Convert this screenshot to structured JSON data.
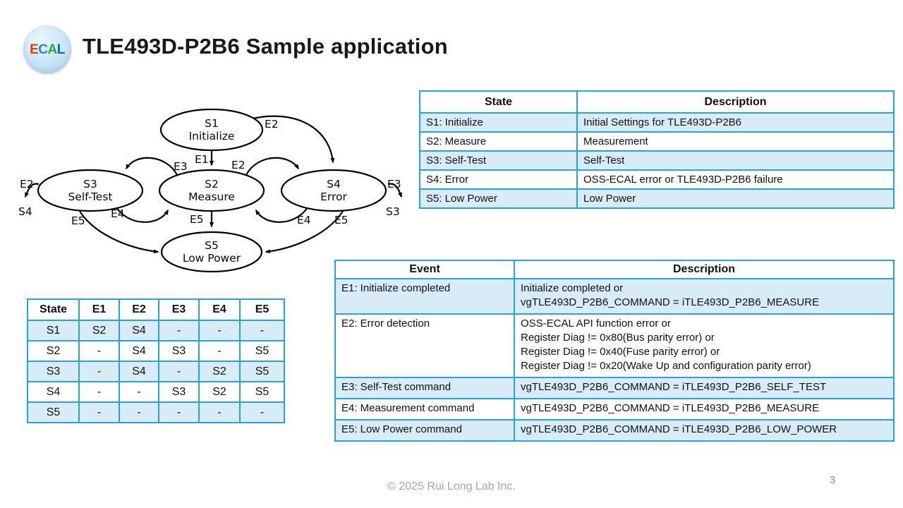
{
  "slide": {
    "title": "TLE493D-P2B6 Sample application",
    "footer": "© 2025 Rui Long Lab Inc.",
    "page_number": "3",
    "logo": {
      "l1": "E",
      "l2": "C",
      "l3": "A",
      "l4": "L"
    }
  },
  "colors": {
    "accent_blue": "#29a2d8",
    "row_fill": "#d7ecf7",
    "text_dark": "#191919",
    "footer_gray": "#a6a6a6",
    "logo_e": "#e8380d",
    "logo_c": "#1d8fd1",
    "logo_a": "#22ac38",
    "logo_l": "#0068b7"
  },
  "diagram": {
    "states": {
      "s1": {
        "code": "S1",
        "name": "Initialize"
      },
      "s2": {
        "code": "S2",
        "name": "Measure"
      },
      "s3": {
        "code": "S3",
        "name": "Self-Test"
      },
      "s4": {
        "code": "S4",
        "name": "Error"
      },
      "s5": {
        "code": "S5",
        "name": "Low Power"
      }
    },
    "edge_labels": {
      "e1_s1_s2": "E1",
      "e2_s1_s4": "E2",
      "e3_s2_s3": "E3",
      "e2_s2_s4": "E2",
      "e4_s3_s2": "E4",
      "e4_s4_s2": "E4",
      "e5_s2_s5": "E5",
      "e5_s3_s5": "E5",
      "e5_s4_s5": "E5",
      "e2_s3_exit": "E2",
      "s3_exit_target": "S4",
      "e3_s4_exit": "E3",
      "s4_exit_target": "S3"
    }
  },
  "state_table": {
    "headers": [
      "State",
      "Description"
    ],
    "rows": [
      {
        "state": "S1: Initialize",
        "desc": "Initial Settings for TLE493D-P2B6"
      },
      {
        "state": "S2: Measure",
        "desc": "Measurement"
      },
      {
        "state": "S3: Self-Test",
        "desc": "Self-Test"
      },
      {
        "state": "S4: Error",
        "desc": "OSS-ECAL error or TLE493D-P2B6 failure"
      },
      {
        "state": "S5: Low Power",
        "desc": "Low Power"
      }
    ]
  },
  "transition_table": {
    "headers": [
      "State",
      "E1",
      "E2",
      "E3",
      "E4",
      "E5"
    ],
    "rows": [
      [
        "S1",
        "S2",
        "S4",
        "-",
        "-",
        "-"
      ],
      [
        "S2",
        "-",
        "S4",
        "S3",
        "-",
        "S5"
      ],
      [
        "S3",
        "-",
        "S4",
        "-",
        "S2",
        "S5"
      ],
      [
        "S4",
        "-",
        "-",
        "S3",
        "S2",
        "S5"
      ],
      [
        "S5",
        "-",
        "-",
        "-",
        "-",
        "-"
      ]
    ]
  },
  "event_table": {
    "headers": [
      "Event",
      "Description"
    ],
    "rows": [
      {
        "event": "E1: Initialize completed",
        "desc": [
          "Initialize completed or",
          "vgTLE493D_P2B6_COMMAND = iTLE493D_P2B6_MEASURE"
        ]
      },
      {
        "event": "E2: Error detection",
        "desc": [
          "OSS-ECAL API function error or",
          "Register Diag != 0x80(Bus parity error) or",
          "Register Diag != 0x40(Fuse parity error) or",
          "Register Diag != 0x20(Wake Up and configuration parity error)"
        ]
      },
      {
        "event": "E3: Self-Test command",
        "desc": [
          "vgTLE493D_P2B6_COMMAND = iTLE493D_P2B6_SELF_TEST"
        ]
      },
      {
        "event": "E4: Measurement command",
        "desc": [
          "vgTLE493D_P2B6_COMMAND = iTLE493D_P2B6_MEASURE"
        ]
      },
      {
        "event": "E5: Low Power command",
        "desc": [
          "vgTLE493D_P2B6_COMMAND = iTLE493D_P2B6_LOW_POWER"
        ]
      }
    ]
  }
}
